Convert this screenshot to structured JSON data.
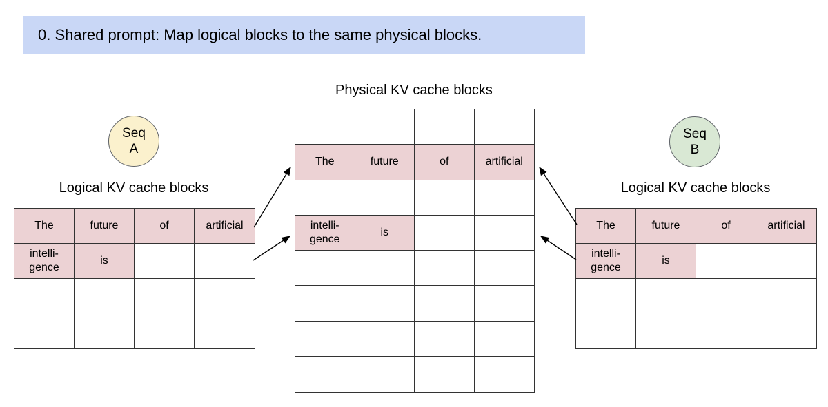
{
  "banner": {
    "text": "0. Shared prompt: Map logical blocks to the same physical blocks."
  },
  "colors": {
    "banner_bg": "#c9d7f6",
    "highlight": "#ecd2d4",
    "table_border": "#333333",
    "seq_a_fill": "#fbf1cd",
    "seq_b_fill": "#d9e8d4"
  },
  "sequences": {
    "a": {
      "line1": "Seq",
      "line2": "A"
    },
    "b": {
      "line1": "Seq",
      "line2": "B"
    }
  },
  "physical_table": {
    "title": "Physical KV cache blocks",
    "rows": 8,
    "cols": 4,
    "filled_cells": [
      {
        "row": 1,
        "col": 0,
        "text": "The"
      },
      {
        "row": 1,
        "col": 1,
        "text": "future"
      },
      {
        "row": 1,
        "col": 2,
        "text": "of"
      },
      {
        "row": 1,
        "col": 3,
        "text": "artificial"
      },
      {
        "row": 3,
        "col": 0,
        "text": "intelli-\ngence"
      },
      {
        "row": 3,
        "col": 1,
        "text": "is"
      }
    ]
  },
  "logical_table_a": {
    "title": "Logical KV cache blocks",
    "rows": 4,
    "cols": 4,
    "filled_cells": [
      {
        "row": 0,
        "col": 0,
        "text": "The"
      },
      {
        "row": 0,
        "col": 1,
        "text": "future"
      },
      {
        "row": 0,
        "col": 2,
        "text": "of"
      },
      {
        "row": 0,
        "col": 3,
        "text": "artificial"
      },
      {
        "row": 1,
        "col": 0,
        "text": "intelli-\ngence"
      },
      {
        "row": 1,
        "col": 1,
        "text": "is"
      }
    ]
  },
  "logical_table_b": {
    "title": "Logical KV cache blocks",
    "rows": 4,
    "cols": 4,
    "filled_cells": [
      {
        "row": 0,
        "col": 0,
        "text": "The"
      },
      {
        "row": 0,
        "col": 1,
        "text": "future"
      },
      {
        "row": 0,
        "col": 2,
        "text": "of"
      },
      {
        "row": 0,
        "col": 3,
        "text": "artificial"
      },
      {
        "row": 1,
        "col": 0,
        "text": "intelli-\ngence"
      },
      {
        "row": 1,
        "col": 1,
        "text": "is"
      }
    ]
  },
  "mappings": [
    {
      "from": "seq-a-logical-block-0",
      "to": "physical-block-row-1"
    },
    {
      "from": "seq-a-logical-block-1",
      "to": "physical-block-row-3"
    },
    {
      "from": "seq-b-logical-block-0",
      "to": "physical-block-row-1"
    },
    {
      "from": "seq-b-logical-block-1",
      "to": "physical-block-row-3"
    }
  ]
}
